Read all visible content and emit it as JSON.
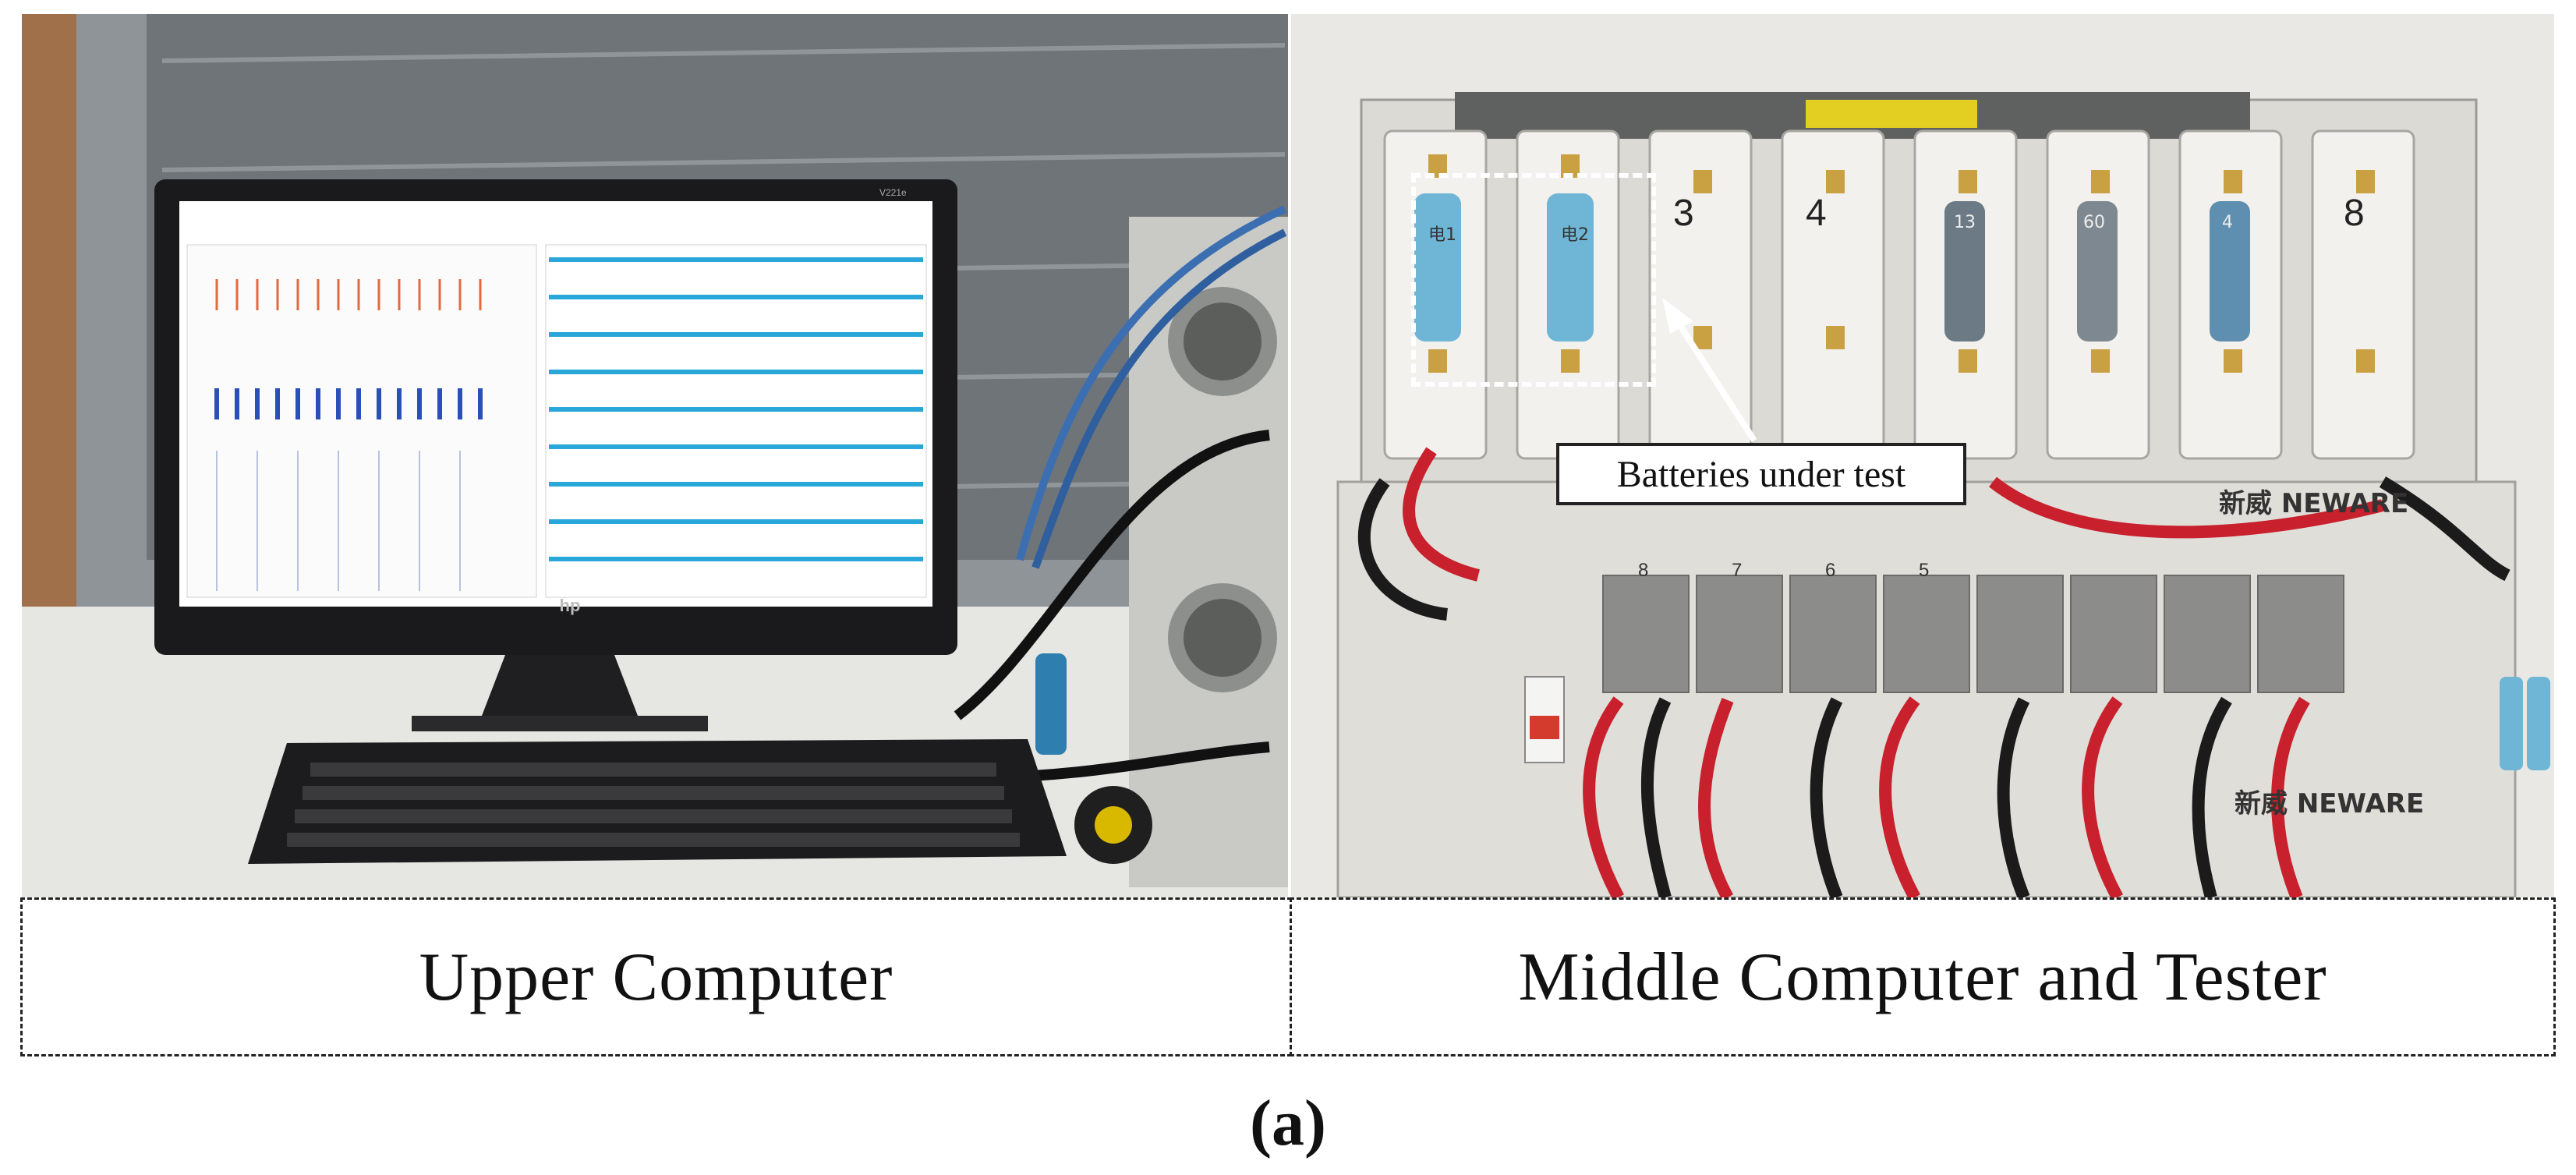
{
  "figure": {
    "caption_left": "Upper Computer",
    "caption_right": "Middle Computer and Tester",
    "subfigure_label": "(a)",
    "callout": "Batteries under test"
  },
  "photo_left": {
    "monitor_brand_mark": "hp",
    "monitor_model": "V221e"
  },
  "photo_right": {
    "slot_numbers_top": [
      "3",
      "4",
      "8"
    ],
    "channel_numbers": [
      "8",
      "7",
      "6",
      "5"
    ],
    "brand_logo": "新威 NEWARE",
    "battery_labels": [
      "电1",
      "电2",
      "13",
      "60",
      "4"
    ]
  },
  "colors": {
    "caption_border": "#222222",
    "callout_border": "#222222",
    "highlight_dash": "#ffffff",
    "cable_red": "#c8202c",
    "battery_blue": "#6fb6d6"
  }
}
